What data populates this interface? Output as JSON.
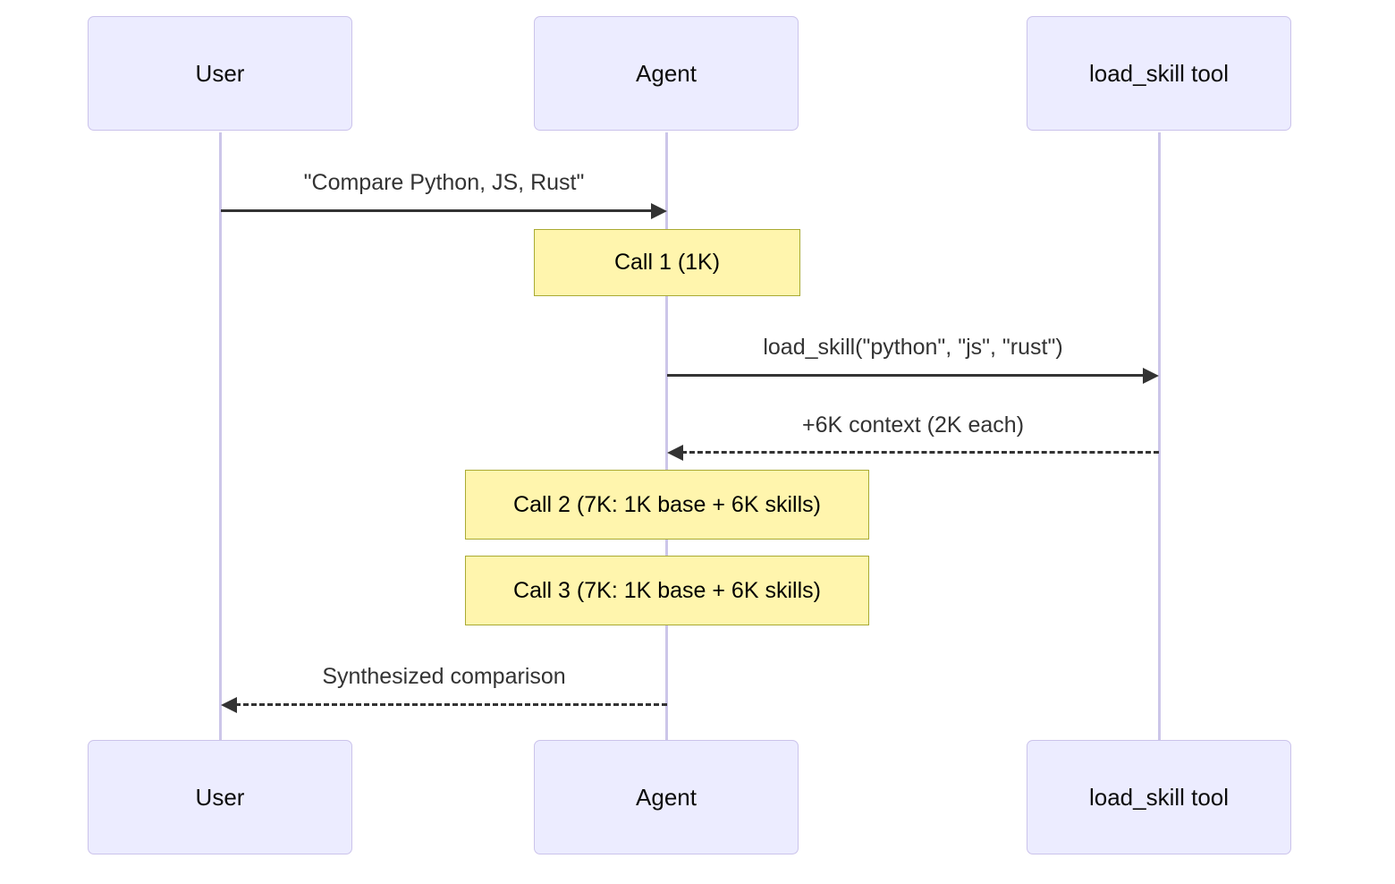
{
  "diagram": {
    "type": "sequence",
    "actors": [
      {
        "id": "user",
        "name": "User"
      },
      {
        "id": "agent",
        "name": "Agent"
      },
      {
        "id": "tool",
        "name": "load_skill tool"
      }
    ],
    "messages": [
      {
        "from": "User",
        "to": "Agent",
        "style": "solid",
        "label": "\"Compare Python, JS, Rust\""
      },
      {
        "from": "Agent",
        "to": "load_skill tool",
        "style": "solid",
        "label": "load_skill(\"python\", \"js\", \"rust\")"
      },
      {
        "from": "load_skill tool",
        "to": "Agent",
        "style": "dashed",
        "label": "+6K context (2K each)"
      },
      {
        "from": "Agent",
        "to": "User",
        "style": "dashed",
        "label": "Synthesized comparison"
      }
    ],
    "notes": [
      {
        "over": "Agent",
        "label": "Call 1 (1K)"
      },
      {
        "over": "Agent",
        "label": "Call 2 (7K: 1K base + 6K skills)"
      },
      {
        "over": "Agent",
        "label": "Call 3 (7K: 1K base + 6K skills)"
      }
    ],
    "colors": {
      "actor_fill": "#ECECFF",
      "actor_border": "#CBC3EB",
      "note_fill": "#FFF5AD",
      "note_border": "#AAAA33",
      "lifeline": "#CCC6E9",
      "arrow": "#333333",
      "text": "#333333"
    }
  }
}
